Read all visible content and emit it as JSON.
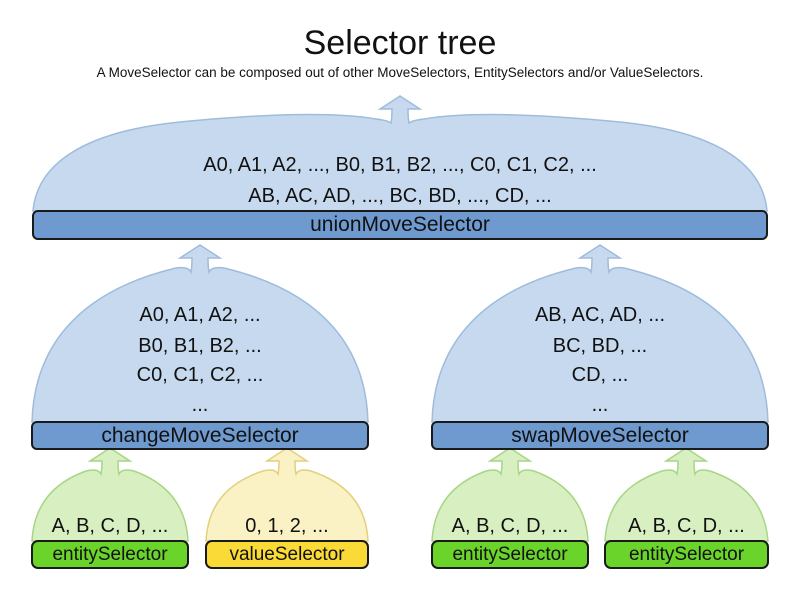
{
  "header": {
    "title": "Selector tree",
    "subtitle": "A MoveSelector can be composed out of other MoveSelectors, EntitySelectors and/or ValueSelectors."
  },
  "colors": {
    "background": "#ffffff",
    "text": "#000000",
    "blue_fill": "#c6d9ee",
    "blue_stroke": "#9fbcdc",
    "blue_bar": "#6f9ad0",
    "green_fill": "#d7efc1",
    "green_stroke": "#a6d686",
    "green_bar": "#6bd42a",
    "yellow_fill": "#faf2c4",
    "yellow_stroke": "#e2d07d",
    "yellow_bar": "#fada36",
    "bar_border": "#1a1a1a"
  },
  "tree": {
    "union": {
      "label": "unionMoveSelector",
      "lines": [
        "A0, A1, A2, ..., B0, B1, B2, ..., C0, C1, C2, ...",
        "AB, AC, AD, ..., BC, BD, ..., CD, ..."
      ]
    },
    "change": {
      "label": "changeMoveSelector",
      "lines": [
        "A0, A1, A2, ...",
        "B0, B1, B2, ...",
        "C0, C1, C2, ...",
        "..."
      ]
    },
    "swap": {
      "label": "swapMoveSelector",
      "lines": [
        "AB, AC, AD, ...",
        "BC, BD, ...",
        "CD, ...",
        "..."
      ]
    },
    "entity1": {
      "label": "entitySelector",
      "line": "A, B, C, D, ..."
    },
    "value1": {
      "label": "valueSelector",
      "line": "0, 1, 2, ..."
    },
    "entity2": {
      "label": "entitySelector",
      "line": "A, B, C, D, ..."
    },
    "entity3": {
      "label": "entitySelector",
      "line": "A, B, C, D, ..."
    }
  }
}
